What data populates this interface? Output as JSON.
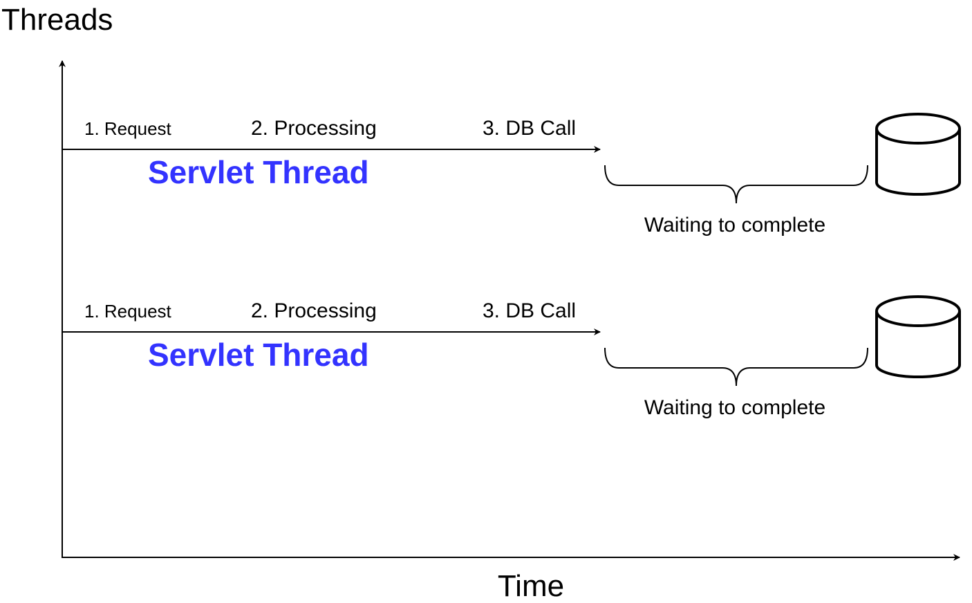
{
  "axes": {
    "y_label": "Threads",
    "x_label": "Time"
  },
  "threads": [
    {
      "steps": [
        "1. Request",
        "2. Processing",
        "3. DB Call"
      ],
      "thread_label": "Servlet Thread",
      "wait_label": "Waiting to complete",
      "database_icon": "database-cylinder-icon"
    },
    {
      "steps": [
        "1. Request",
        "2. Processing",
        "3. DB Call"
      ],
      "thread_label": "Servlet Thread",
      "wait_label": "Waiting to complete",
      "database_icon": "database-cylinder-icon"
    }
  ],
  "colors": {
    "thread_label": "#3333ff",
    "lines": "#000000"
  }
}
